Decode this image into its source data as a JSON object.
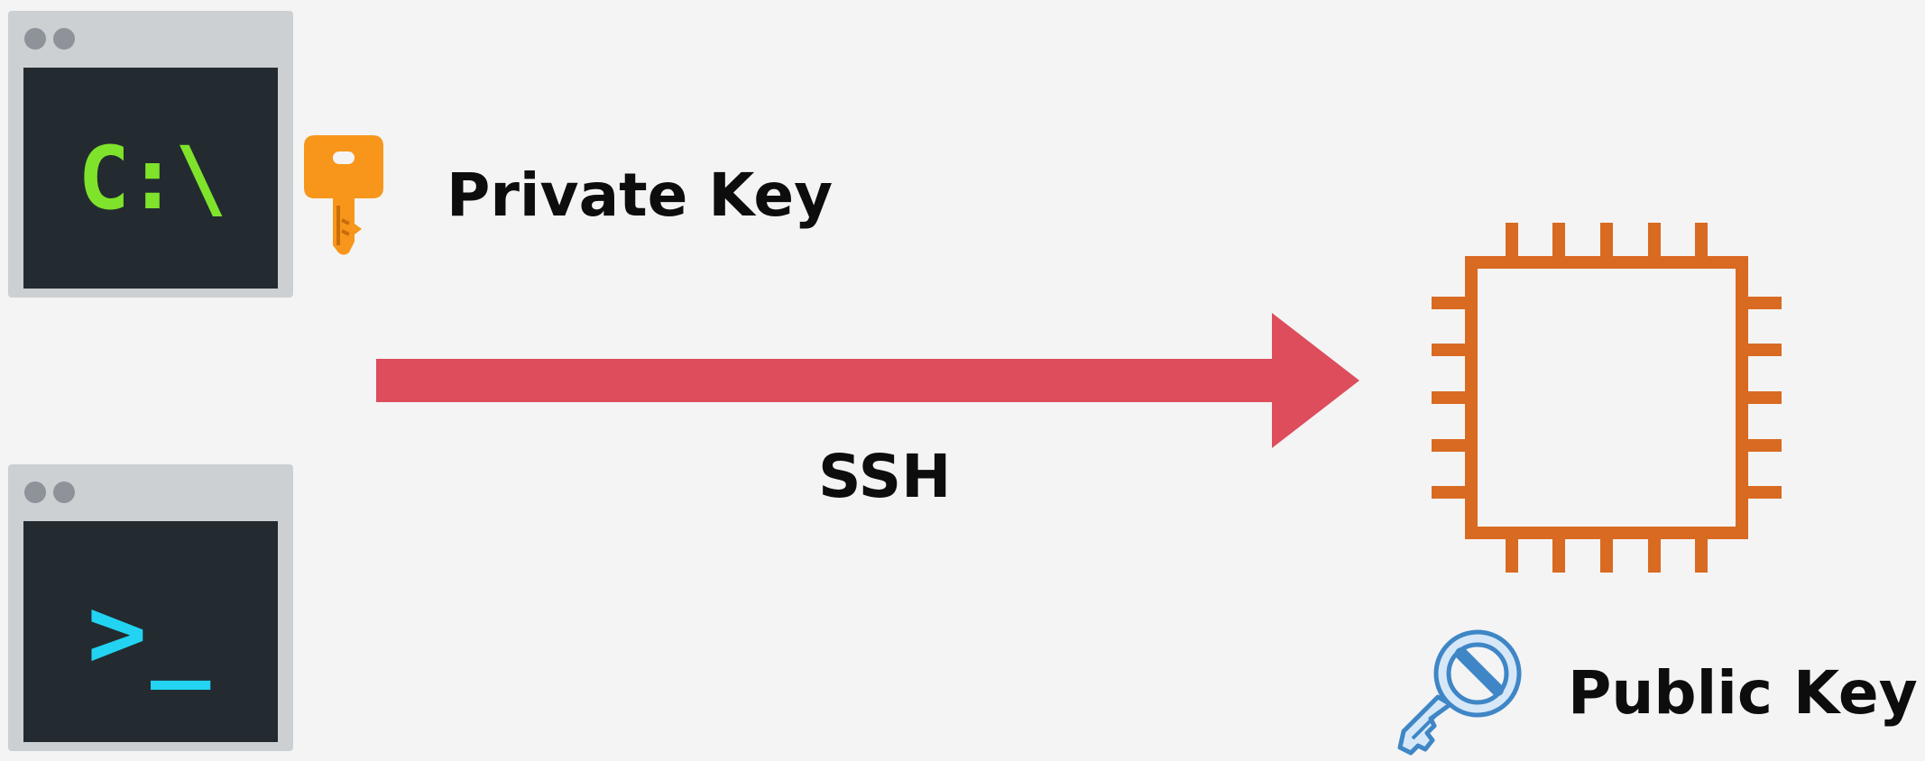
{
  "windows": [
    {
      "name": "cmd-window",
      "prompt": "C:\\",
      "prompt_color": "#7ee32a"
    },
    {
      "name": "terminal-window",
      "prompt": ">_",
      "prompt_color": "#22d4f2"
    }
  ],
  "private_key": {
    "label": "Private Key",
    "icon": "key-icon",
    "color": "#f7961b"
  },
  "connection": {
    "label": "SSH",
    "icon": "arrow-right-icon",
    "color": "#dd4d5c"
  },
  "server": {
    "icon": "chip-icon",
    "color": "#d96a22"
  },
  "public_key": {
    "label": "Public Key",
    "icon": "key-outline-icon",
    "color": "#3f86c6"
  }
}
